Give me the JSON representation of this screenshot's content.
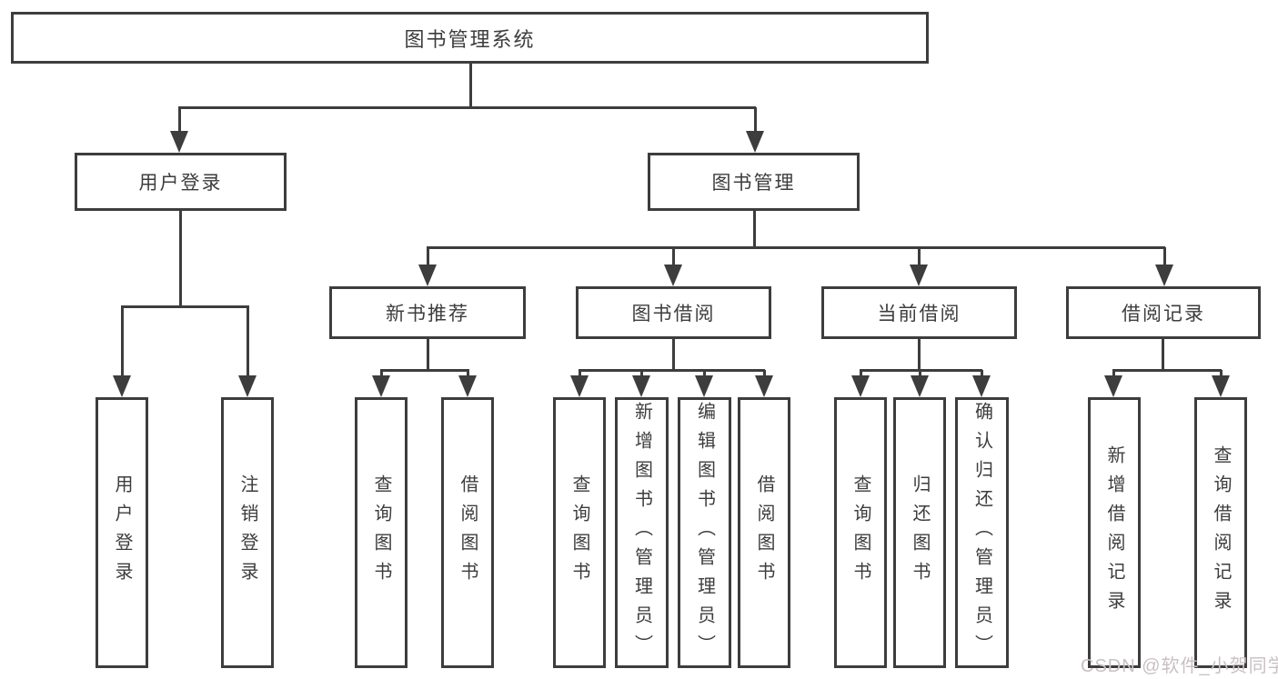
{
  "tree": {
    "label": "图书管理系统",
    "children": [
      {
        "label": "用户登录",
        "children": [
          {
            "label": "用户登录"
          },
          {
            "label": "注销登录"
          }
        ]
      },
      {
        "label": "图书管理",
        "children": [
          {
            "label": "新书推荐",
            "children": [
              {
                "label": "查询图书"
              },
              {
                "label": "借阅图书"
              }
            ]
          },
          {
            "label": "图书借阅",
            "children": [
              {
                "label": "查询图书"
              },
              {
                "label": "新增图书（管理员）"
              },
              {
                "label": "编辑图书（管理员）"
              },
              {
                "label": "借阅图书"
              }
            ]
          },
          {
            "label": "当前借阅",
            "children": [
              {
                "label": "查询图书"
              },
              {
                "label": "归还图书"
              },
              {
                "label": "确认归还（管理员）"
              }
            ]
          },
          {
            "label": "借阅记录",
            "children": [
              {
                "label": "新增借阅记录"
              },
              {
                "label": "查询借阅记录"
              }
            ]
          }
        ]
      }
    ]
  },
  "watermark": "CSDN @软件_小贺同学",
  "colors": {
    "line": "#3d3d3d",
    "text": "#3d3d3d",
    "background": "#ffffff",
    "watermark": "#c9c0c5"
  }
}
